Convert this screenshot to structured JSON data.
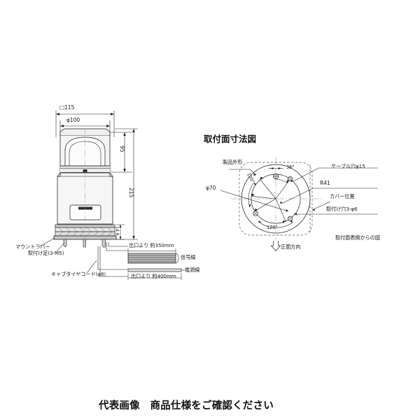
{
  "page": {
    "background_color": "#ffffff",
    "line_color": "#1a1a1a",
    "fill_light": "#f2f2f2",
    "fill_mid": "#d9d9d9",
    "fill_dark": "#8c8c8c"
  },
  "caption": "代表画像　商品仕様をご確認ください",
  "front_view": {
    "dimensions": {
      "width_square": "□115",
      "dome_diameter": "φ100",
      "dome_height": "95",
      "total_height": "215",
      "base_thickness": "14.8"
    },
    "callouts": [
      {
        "name": "mount-rubber",
        "text": "マウントラバー"
      },
      {
        "name": "mounting-feet",
        "text": "取付け足(3-M5)"
      },
      {
        "name": "cabtyre-cord",
        "text": "キャブタイヤコード(φ8)"
      }
    ],
    "cable_labels": {
      "signal_length": "出口より 約350mm",
      "signal_name": "信号線",
      "power_name": "電源線",
      "power_length": "出口より 約400mm"
    }
  },
  "mount_view": {
    "title": "取付面寸法図",
    "footer": "取付面表側からの図",
    "labels": {
      "product_outline": "製品外形",
      "pitch_diameter": "φ70",
      "cable_hole": "ケーブル穴φ15",
      "radius": "R41",
      "cover_position": "カバー位置",
      "mounting_holes": "取付け穴3-φ6",
      "front_direction": "正面方向",
      "angle_a": "120°",
      "angle_b": "120°",
      "angle_c": "36°"
    }
  }
}
